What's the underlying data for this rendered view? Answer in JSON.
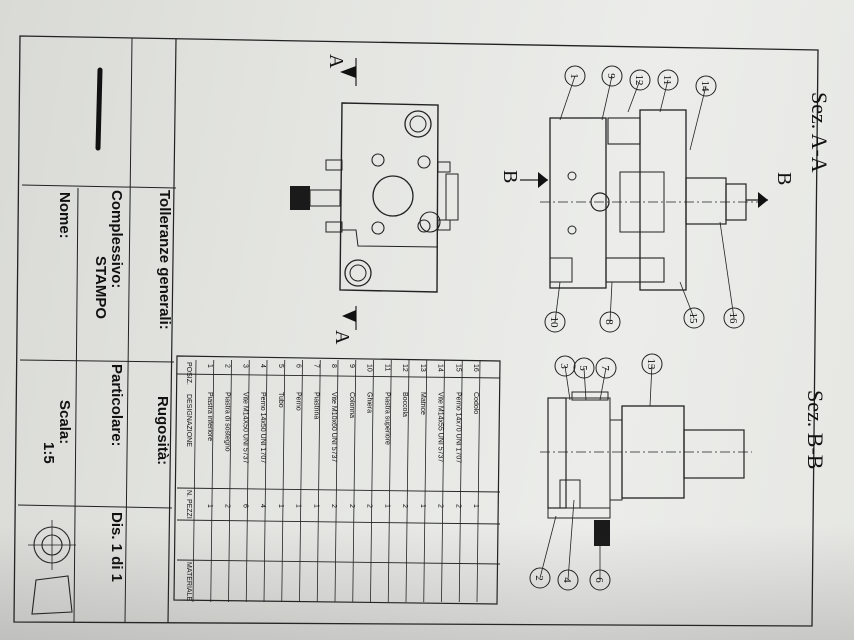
{
  "sections": {
    "aa_title": "Sez. A-A",
    "bb_title": "Sez. B-B",
    "arrow_a": "A",
    "arrow_b": "B"
  },
  "balloons_aa": [
    "1",
    "9",
    "12",
    "11",
    "14",
    "10",
    "8",
    "15",
    "16"
  ],
  "balloons_bb": [
    "3",
    "5",
    "7",
    "13",
    "2",
    "4",
    "6"
  ],
  "parts_table": {
    "headers": {
      "pos": "POSIZ.",
      "designation": "DESIGNAZIONE",
      "qty": "N. PEZZI",
      "material": "MATERIALE"
    },
    "rows": [
      {
        "pos": "16",
        "designation": "Codolo",
        "qty": "1"
      },
      {
        "pos": "15",
        "designation": "Perno 14x70 UNI 1707",
        "qty": "2"
      },
      {
        "pos": "14",
        "designation": "Vite M14x55 UNI 5737",
        "qty": "2"
      },
      {
        "pos": "13",
        "designation": "Matrice",
        "qty": "1"
      },
      {
        "pos": "12",
        "designation": "Boccola",
        "qty": "2"
      },
      {
        "pos": "11",
        "designation": "Piastra superiore",
        "qty": "1"
      },
      {
        "pos": "10",
        "designation": "Ghiera",
        "qty": "2"
      },
      {
        "pos": "9",
        "designation": "Colonna",
        "qty": "2"
      },
      {
        "pos": "8",
        "designation": "Vite M10x60 UNI 5737",
        "qty": "2"
      },
      {
        "pos": "7",
        "designation": "Piastrina",
        "qty": "1"
      },
      {
        "pos": "6",
        "designation": "Perno",
        "qty": "1"
      },
      {
        "pos": "5",
        "designation": "Tubo",
        "qty": "1"
      },
      {
        "pos": "4",
        "designation": "Perno 14x50 UNI 1707",
        "qty": "4"
      },
      {
        "pos": "3",
        "designation": "Vite M14X50 UNI 5737",
        "qty": "6"
      },
      {
        "pos": "2",
        "designation": "Piastra di sostegno",
        "qty": "2"
      },
      {
        "pos": "1",
        "designation": "Piastra inferiore",
        "qty": "1"
      }
    ]
  },
  "title_block": {
    "tolerances": "Tolleranze generali:",
    "roughness": "Rugosità:",
    "assembly_label": "Complessivo:",
    "assembly_value": "STAMPO",
    "part_label": "Particolare:",
    "sheet": "Dis. 1 di 1",
    "name_label": "Nome:",
    "scale_label": "Scala:",
    "scale_value": "1:5"
  }
}
